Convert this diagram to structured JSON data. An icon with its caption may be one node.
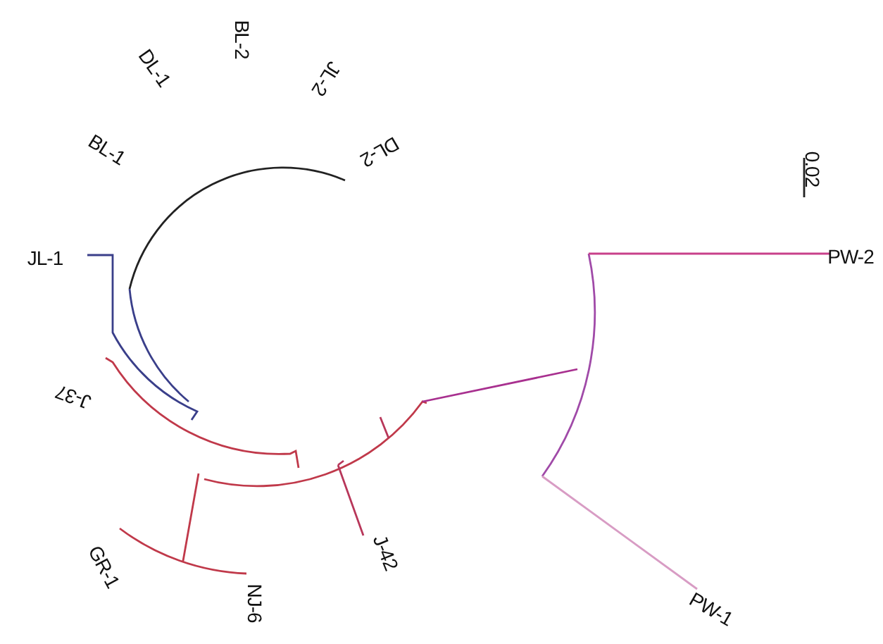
{
  "diagram": {
    "labels": [
      "DL-1",
      "BL-2",
      "JL-2",
      "DL-2",
      "BL-1",
      "JL-1",
      "0.02",
      "PW-2",
      "J-37",
      "J-42",
      "GR-1",
      "NJ-6",
      "PW-1"
    ]
  }
}
